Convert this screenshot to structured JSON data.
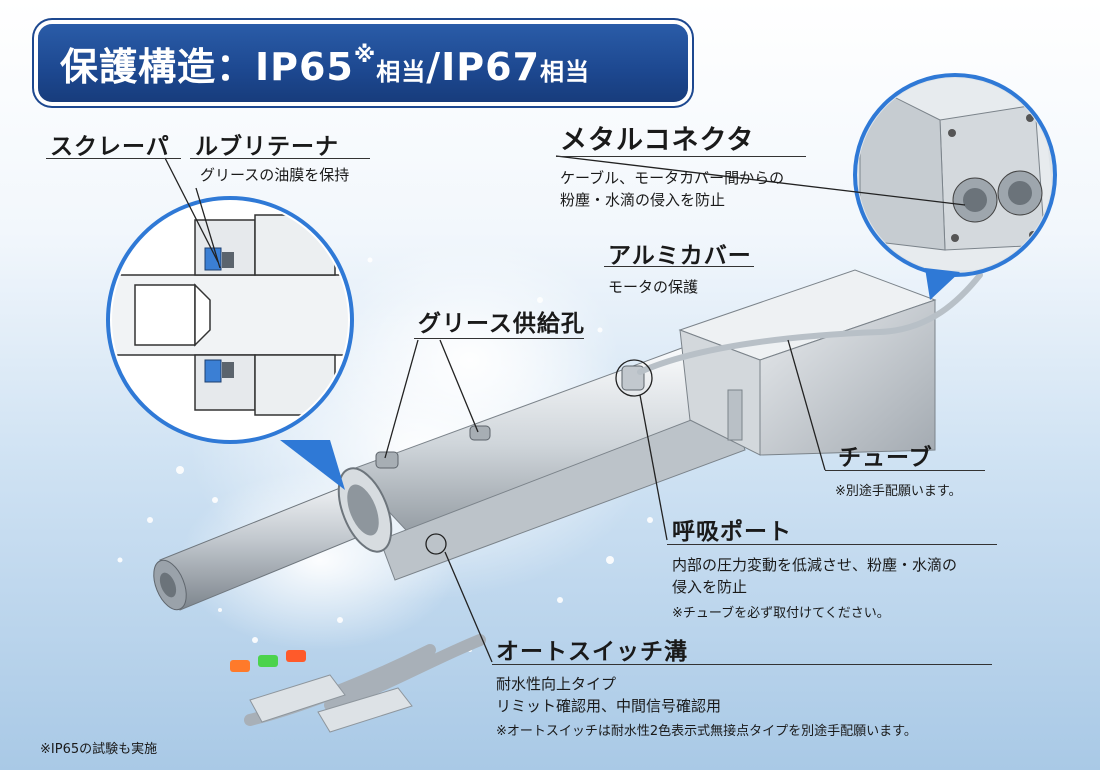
{
  "title": {
    "main": "保護構造：IP65",
    "mark": "※",
    "suffix1": "相当",
    "mid": "/IP67",
    "suffix2": "相当"
  },
  "scraper": {
    "heading": "スクレーパ"
  },
  "lubricator": {
    "heading": "ルブリテーナ",
    "desc": "グリースの油膜を保持"
  },
  "metal_connector": {
    "heading": "メタルコネクタ",
    "desc_line1": "ケーブル、モータカバー間からの",
    "desc_line2": "粉塵・水滴の侵入を防止"
  },
  "aluminum_cover": {
    "heading": "アルミカバー",
    "desc": "モータの保護"
  },
  "grease_hole": {
    "heading": "グリース供給孔"
  },
  "tube": {
    "heading": "チューブ",
    "note": "※別途手配願います。"
  },
  "breathing_port": {
    "heading": "呼吸ポート",
    "desc_line1": "内部の圧力変動を低減させ、粉塵・水滴の",
    "desc_line2": "侵入を防止",
    "note": "※チューブを必ず取付けてください。"
  },
  "auto_switch": {
    "heading": "オートスイッチ溝",
    "desc_line1": "耐水性向上タイプ",
    "desc_line2": "リミット確認用、中間信号確認用",
    "note": "※オートスイッチは耐水性2色表示式無接点タイプを別途手配願います。"
  },
  "footnote": "※IP65の試験も実施",
  "colors": {
    "banner": "#1d4890",
    "accent_line": "#1d6fd0",
    "seal_blue": "#3b7fd4"
  }
}
